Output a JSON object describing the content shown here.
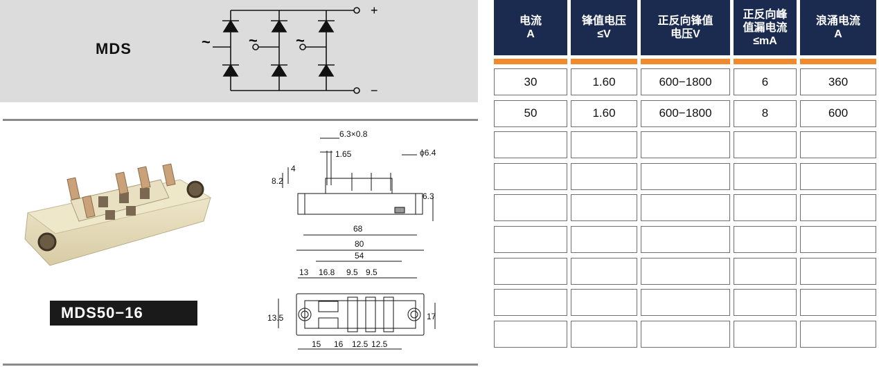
{
  "series": {
    "name": "MDS"
  },
  "circuit": {
    "plus": "+",
    "minus": "−",
    "ac": "~"
  },
  "model": {
    "label": "MDS50−16"
  },
  "drawing": {
    "dims": [
      "6.3×0.8",
      "1.65",
      "ϕ6.4",
      "4",
      "8.2",
      "6.3",
      "68",
      "80",
      "54",
      "13",
      "16.8",
      "9.5",
      "9.5",
      "13.5",
      "17",
      "15",
      "16",
      "12.5",
      "12.5"
    ]
  },
  "table": {
    "headers": [
      "电流\nA",
      "锋值电压\n≤V",
      "正反向锋值\n电压V",
      "正反向峰\n值漏电流\n≤mA",
      "浪涌电流\nA"
    ],
    "rows": [
      [
        "30",
        "1.60",
        "600−1800",
        "6",
        "360"
      ],
      [
        "50",
        "1.60",
        "600−1800",
        "8",
        "600"
      ],
      [
        "",
        "",
        "",
        "",
        ""
      ],
      [
        "",
        "",
        "",
        "",
        ""
      ],
      [
        "",
        "",
        "",
        "",
        ""
      ],
      [
        "",
        "",
        "",
        "",
        ""
      ],
      [
        "",
        "",
        "",
        "",
        ""
      ],
      [
        "",
        "",
        "",
        "",
        ""
      ],
      [
        "",
        "",
        "",
        "",
        ""
      ]
    ]
  },
  "colors": {
    "header_bg": "#1b2b4f",
    "accent": "#f18a2c",
    "panel_bg": "#dcdcdc"
  }
}
